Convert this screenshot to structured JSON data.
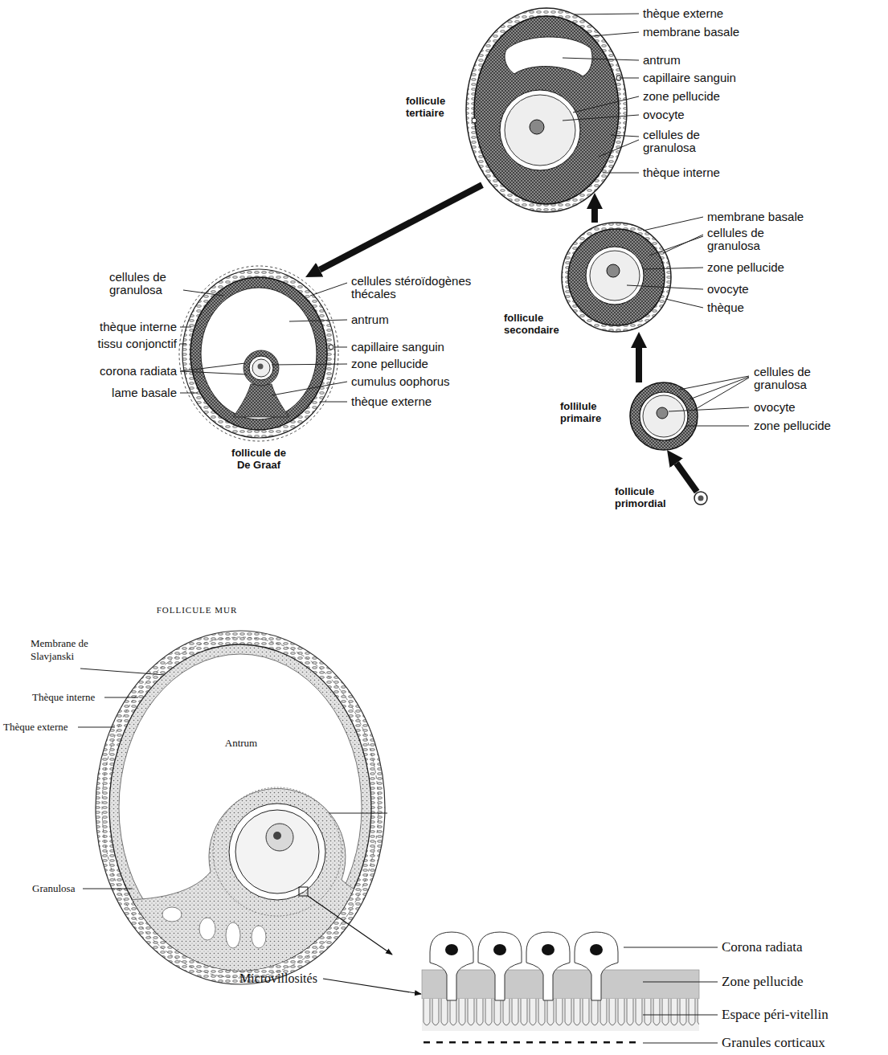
{
  "diagram": {
    "nodes": [
      {
        "text": [
          "follicule tertiaire"
        ]
      },
      {
        "text": [
          "follicule de De Graaf"
        ]
      },
      {
        "text": [
          "follicule secondaire"
        ]
      },
      {
        "text": [
          "follilule primaire"
        ]
      },
      {
        "text": [
          "follicule primordial"
        ]
      },
      {
        "text": [
          "FOLLICULE MUR",
          "Antrum"
        ]
      }
    ],
    "edges": [
      {
        "from": 4,
        "to": 3,
        "arrow": "to"
      },
      {
        "from": 3,
        "to": 2,
        "arrow": "to"
      },
      {
        "from": 2,
        "to": 0,
        "arrow": "to"
      },
      {
        "from": 0,
        "to": 1,
        "arrow": "to"
      }
    ],
    "labels": [
      "thèque externe",
      "membrane basale",
      "antrum",
      "capillaire sanguin",
      "zone pellucide",
      "ovocyte",
      "cellules de granulosa",
      "thèque interne",
      "membrane basale",
      "cellules de granulosa",
      "zone pellucide",
      "ovocyte",
      "thèque",
      "cellules de granulosa",
      "ovocyte",
      "zone pellucide",
      "cellules de granulosa",
      "thèque interne",
      "tissu conjonctif",
      "corona radiata",
      "lame basale",
      "cellules stéroïdogènes thécales",
      "antrum",
      "capillaire sanguin",
      "zone pellucide",
      "cumulus oophorus",
      "thèque externe",
      "Membrane de Slavjanski",
      "Thèque interne",
      "Thèque externe",
      "Granulosa",
      "Microvillosités",
      "Corona radiata",
      "Zone pellucide",
      "Espace péri-vitellin",
      "Granules corticaux"
    ]
  }
}
